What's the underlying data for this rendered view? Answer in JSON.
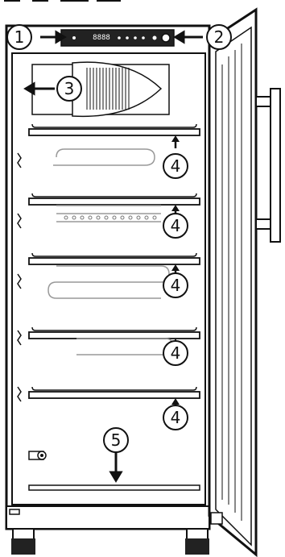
{
  "callouts": [
    {
      "id": "callout-1",
      "number": "1",
      "meaning": "control panel"
    },
    {
      "id": "callout-2",
      "number": "2",
      "meaning": "lock / switch"
    },
    {
      "id": "callout-3",
      "number": "3",
      "meaning": "air circulation unit"
    },
    {
      "id": "callout-4a",
      "number": "4",
      "meaning": "shelf"
    },
    {
      "id": "callout-4b",
      "number": "4",
      "meaning": "shelf"
    },
    {
      "id": "callout-4c",
      "number": "4",
      "meaning": "shelf"
    },
    {
      "id": "callout-4d",
      "number": "4",
      "meaning": "shelf"
    },
    {
      "id": "callout-4e",
      "number": "4",
      "meaning": "shelf"
    },
    {
      "id": "callout-5",
      "number": "5",
      "meaning": "bottom drain / floor"
    }
  ],
  "display_readout": "8888",
  "colors": {
    "line": "#111111",
    "fill": "#ffffff",
    "panel": "#222222"
  }
}
